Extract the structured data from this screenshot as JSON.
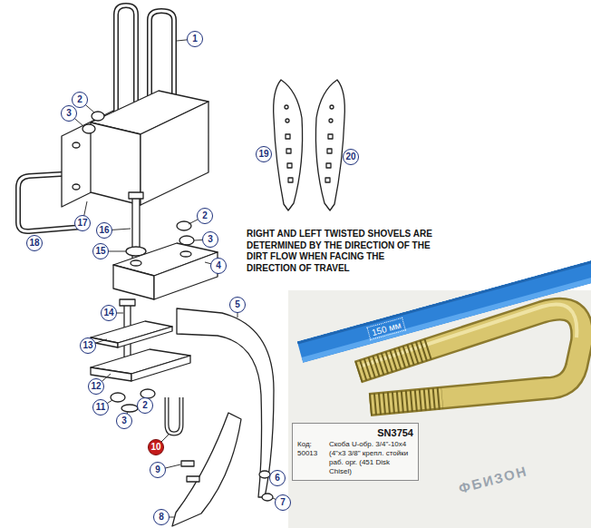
{
  "diagram": {
    "nodes": [
      {
        "text": [
          "1"
        ]
      },
      {
        "text": [
          "2"
        ]
      },
      {
        "text": [
          "3"
        ]
      },
      {
        "text": [
          "19"
        ]
      },
      {
        "text": [
          "20"
        ]
      },
      {
        "text": [
          "2"
        ]
      },
      {
        "text": [
          "17"
        ]
      },
      {
        "text": [
          "16"
        ]
      },
      {
        "text": [
          "3"
        ]
      },
      {
        "text": [
          "18"
        ]
      },
      {
        "text": [
          "15"
        ]
      },
      {
        "text": [
          "4"
        ]
      },
      {
        "text": [
          "5"
        ]
      },
      {
        "text": [
          "14"
        ]
      },
      {
        "text": [
          "13"
        ]
      },
      {
        "text": [
          "12"
        ]
      },
      {
        "text": [
          "2"
        ]
      },
      {
        "text": [
          "11"
        ]
      },
      {
        "text": [
          "3"
        ]
      },
      {
        "text": [
          "10"
        ]
      },
      {
        "text": [
          "9"
        ]
      },
      {
        "text": [
          "6"
        ]
      },
      {
        "text": [
          "7"
        ]
      },
      {
        "text": [
          "8"
        ]
      },
      {
        "text": [
          "150 мм"
        ]
      },
      {
        "text": [
          "SN3754",
          "Код:",
          "50013",
          "Скоба U-обр. 3/4\"-10x4 (4\"x3 3/8\" крепл. стойки раб. орг. (451 Disk Chisel)"
        ]
      }
    ],
    "labels": [
      "RIGHT AND LEFT TWISTED SHOVELS ARE DETERMINED BY THE DIRECTION OF THE DIRT FLOW WHEN FACING THE DIRECTION OF TRAVEL",
      "ФБИЗОН"
    ]
  }
}
